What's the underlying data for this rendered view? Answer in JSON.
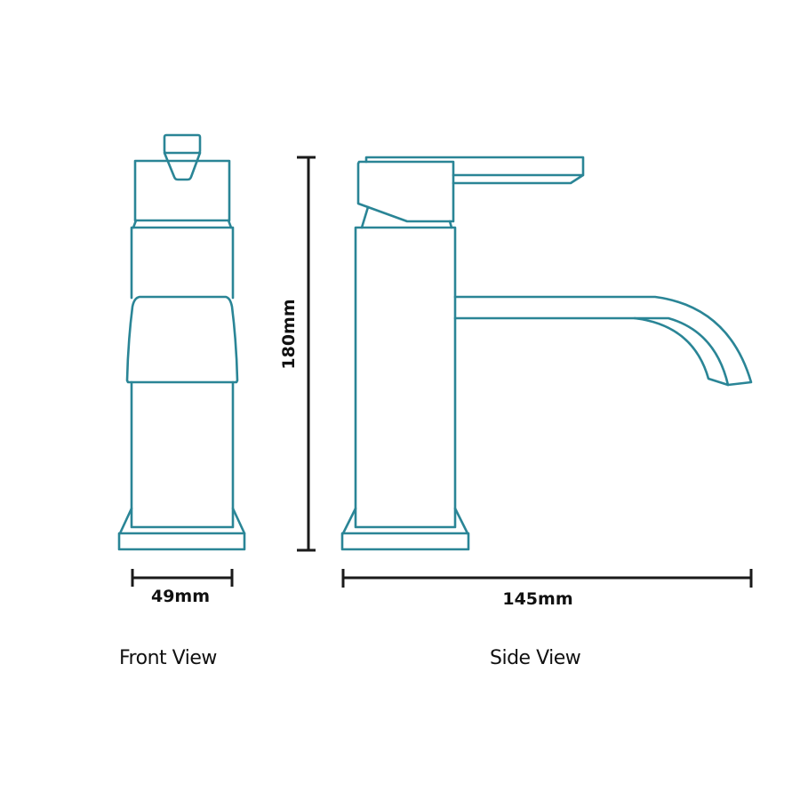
{
  "diagram": {
    "subject": "Basin mixer tap technical drawing",
    "line_color": "#2a8596",
    "dimension_color": "#1a1a1a",
    "views": [
      {
        "id": "front",
        "label": "Front View"
      },
      {
        "id": "side",
        "label": "Side View"
      }
    ],
    "dimensions": {
      "height": "180mm",
      "front_width": "49mm",
      "side_depth": "145mm"
    }
  }
}
